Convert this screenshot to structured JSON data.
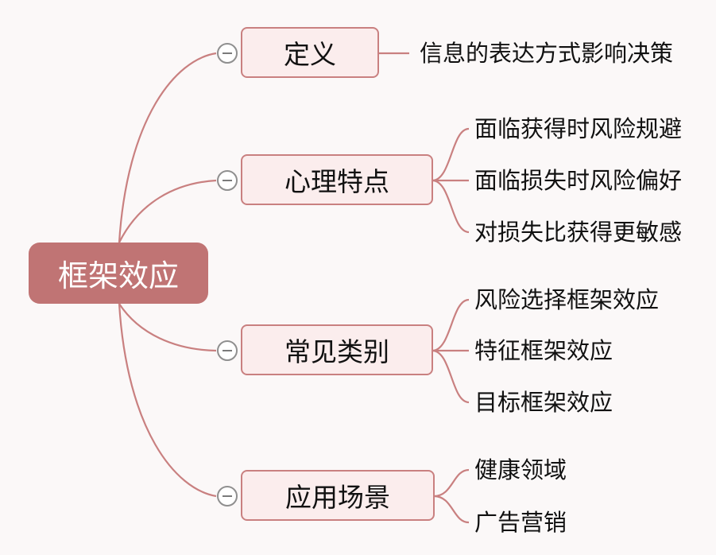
{
  "diagram": {
    "root": "框架效应",
    "branches": [
      {
        "label": "定义",
        "leaves": [
          "信息的表达方式影响决策"
        ]
      },
      {
        "label": "心理特点",
        "leaves": [
          "面临获得时风险规避",
          "面临损失时风险偏好",
          "对损失比获得更敏感"
        ]
      },
      {
        "label": "常见类别",
        "leaves": [
          "风险选择框架效应",
          "特征框架效应",
          "目标框架效应"
        ]
      },
      {
        "label": "应用场景",
        "leaves": [
          "健康领域",
          "广告营销"
        ]
      }
    ]
  },
  "colors": {
    "root_fill": "#c07474",
    "branch_fill": "#fbeded",
    "branch_border": "#c98080",
    "connector": "#c98080",
    "background": "#fbf8f8"
  },
  "icons": {
    "collapse": "collapse-minus-icon"
  }
}
